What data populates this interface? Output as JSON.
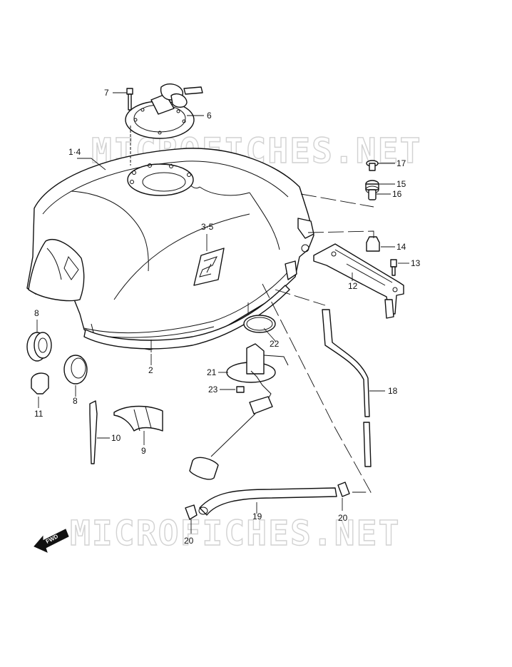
{
  "watermark": "MICROFICHES.NET",
  "direction_label": "FWD",
  "callouts": {
    "c1_4": "1·4",
    "c2": "2",
    "c3_5": "3·5",
    "c6": "6",
    "c7": "7",
    "c8a": "8",
    "c8b": "8",
    "c9": "9",
    "c10": "10",
    "c11": "11",
    "c12": "12",
    "c13": "13",
    "c14": "14",
    "c15": "15",
    "c16": "16",
    "c17": "17",
    "c18": "18",
    "c19": "19",
    "c20a": "20",
    "c20b": "20",
    "c21": "21",
    "c22": "22",
    "c23": "23"
  },
  "colors": {
    "line": "#111111",
    "watermark": "#d2d2d2",
    "background": "#ffffff"
  }
}
